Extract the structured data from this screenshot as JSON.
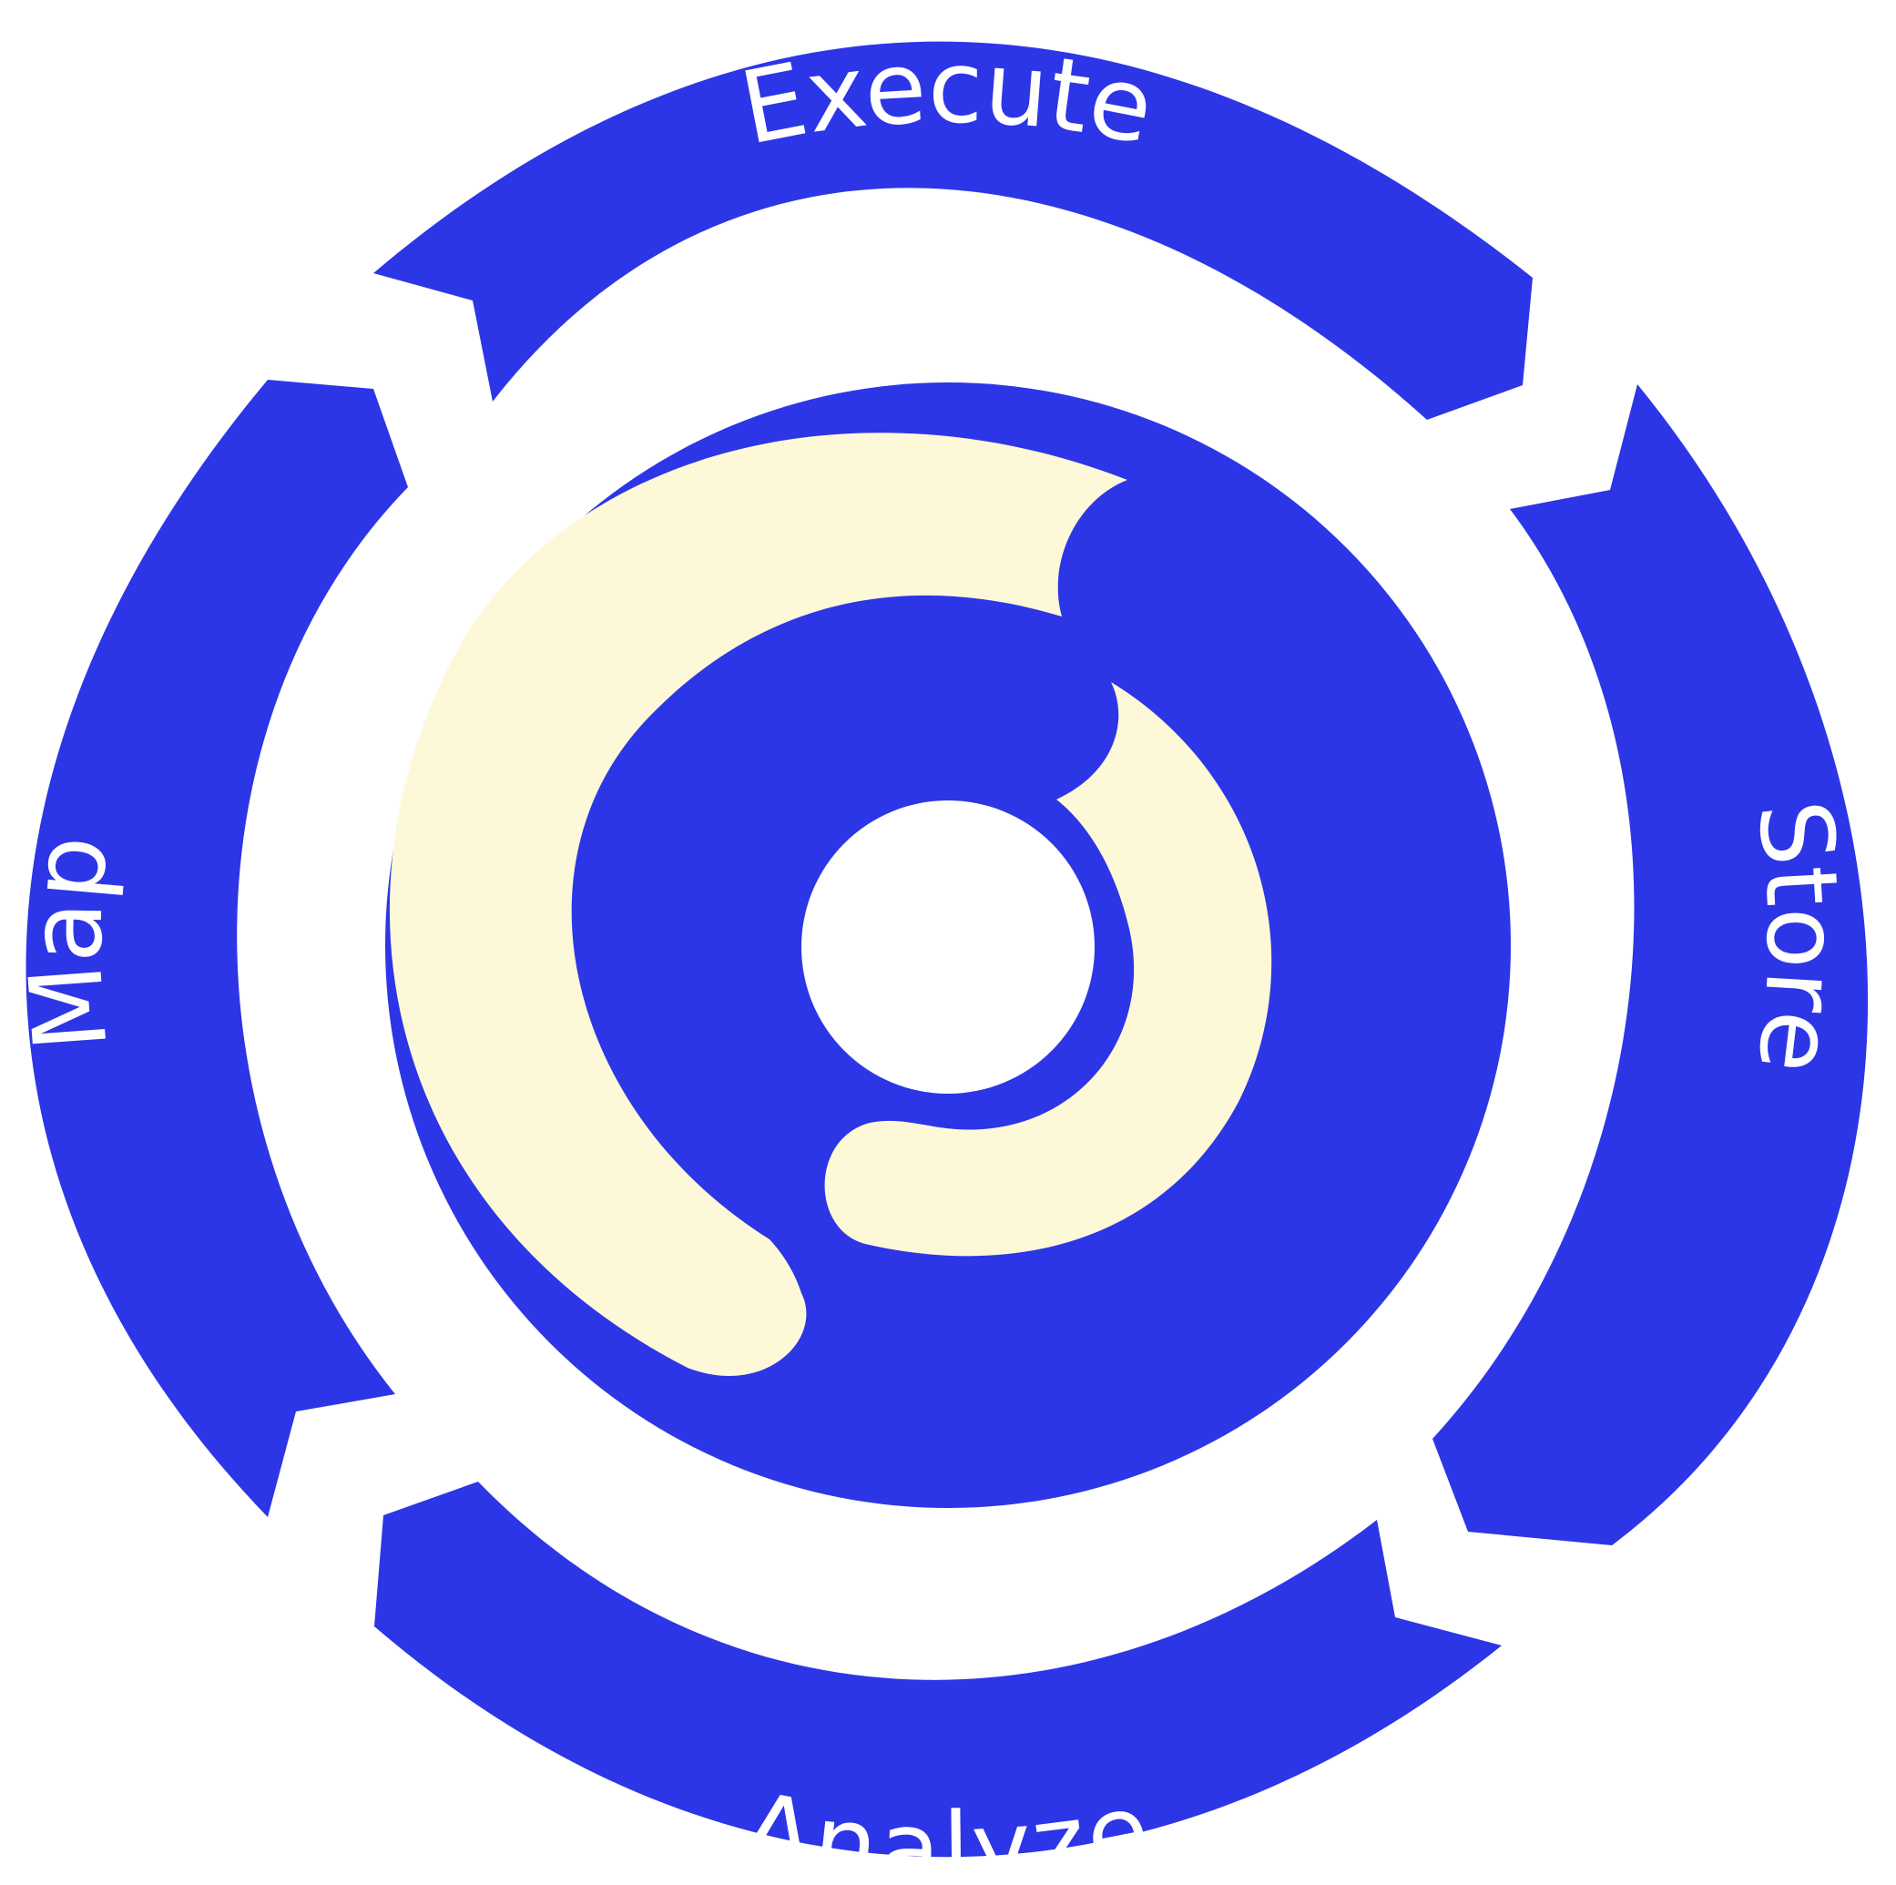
{
  "colors": {
    "primary_blue": "#2c36e6",
    "cream": "#fcf8d8",
    "white": "#ffffff"
  },
  "cycle": {
    "top_label": "Execute",
    "right_label": "Store",
    "bottom_label": "Analyze",
    "left_label": "Map"
  },
  "logo": {
    "name": "center-c-logo",
    "description_icon": "ring-c-logo-icon"
  }
}
